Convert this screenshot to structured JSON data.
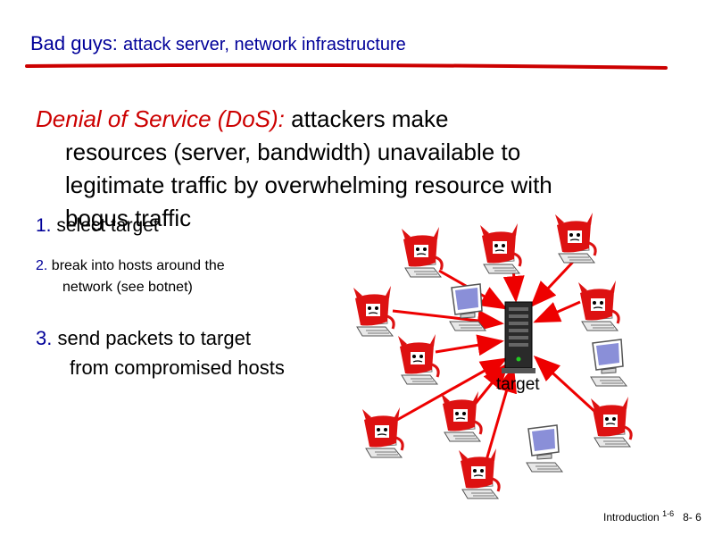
{
  "title": {
    "main": "Bad guys:",
    "sub": "attack server, network infrastructure"
  },
  "definition": {
    "term": "Denial of Service (DoS):",
    "line1": "attackers make",
    "line2": "resources (server, bandwidth) unavailable to",
    "line3": "legitimate traffic by overwhelming resource with",
    "line4": "bogus traffic"
  },
  "steps": [
    {
      "num": "1.",
      "text": "select target"
    },
    {
      "num": "2.",
      "text": "break into hosts around the",
      "text2": "network (see botnet)"
    },
    {
      "num": "3.",
      "text": "send packets to target",
      "text2": "from compromised hosts"
    }
  ],
  "diagram": {
    "target_label": "target",
    "arrow_color": "#ee0000",
    "bot_color": "#dd1111",
    "monitor_color": "#8a8fd8"
  },
  "footer": {
    "label": "Introduction",
    "sup": "1-6",
    "page": "8- 6"
  }
}
